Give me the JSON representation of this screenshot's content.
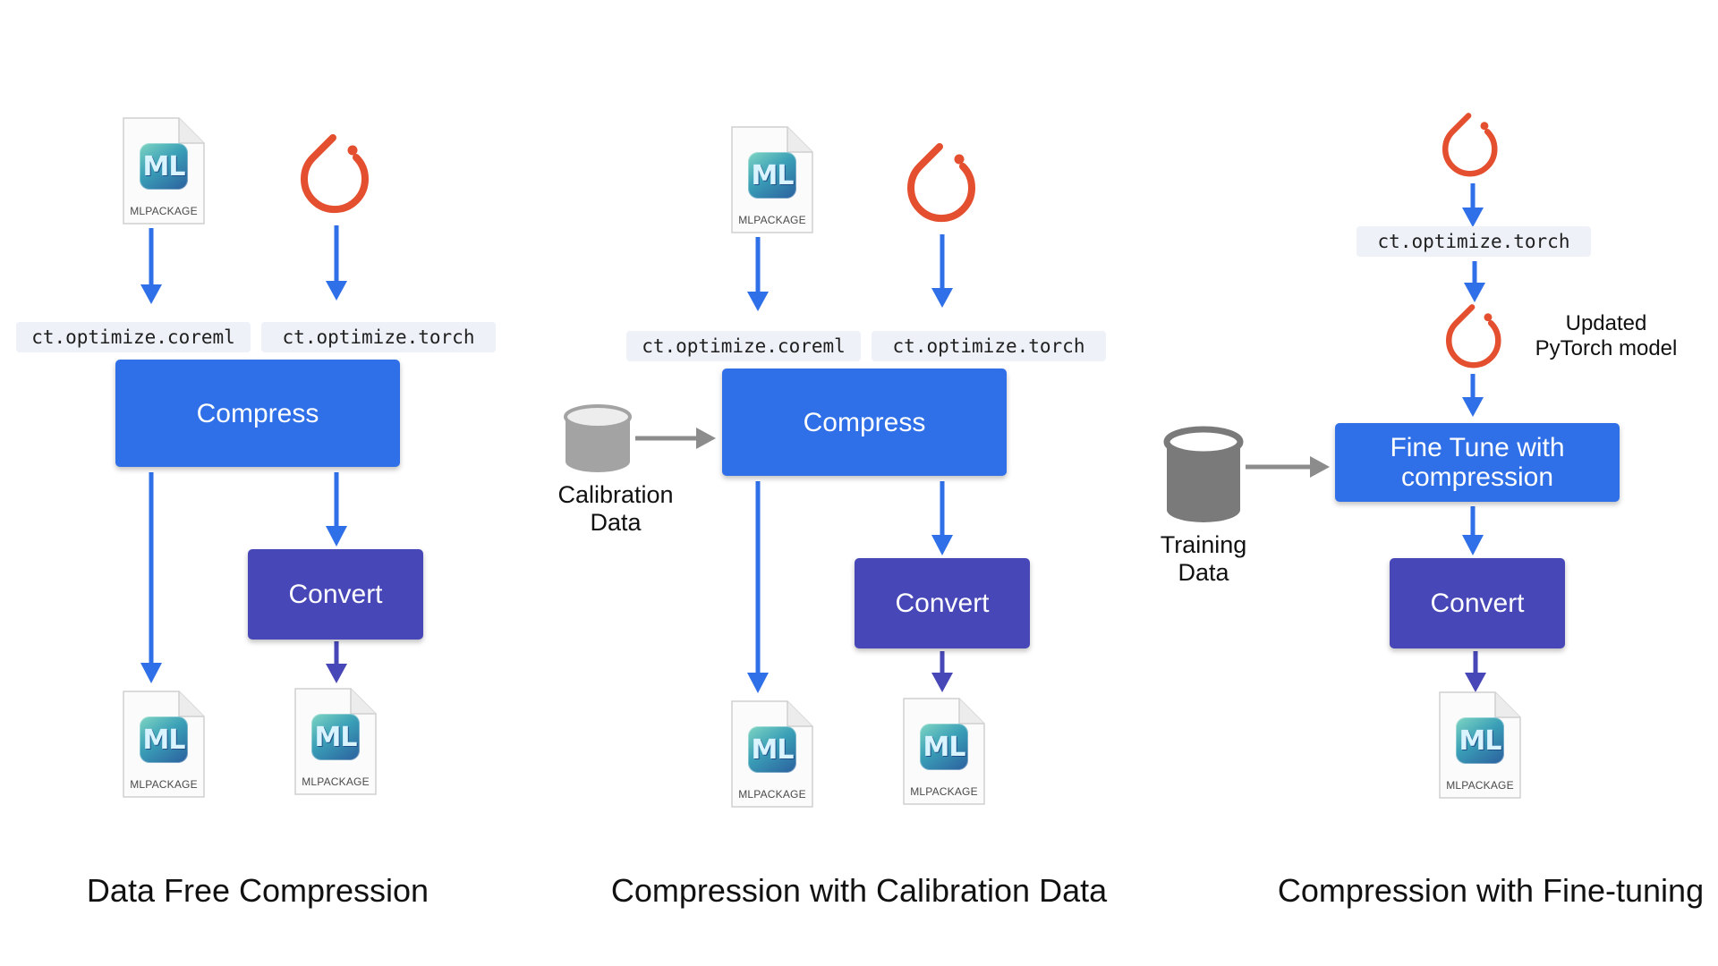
{
  "colors": {
    "arrow_blue": "#2f6fe8",
    "arrow_purple": "#4747b8",
    "arrow_gray": "#8c8c8c",
    "compress_box": "#2f6fe8",
    "convert_box": "#4747b8",
    "code_label_bg": "#eef1f8",
    "pytorch_orange": "#e34f2f",
    "database_gray": "#8f8f8f"
  },
  "icons": {
    "model_file": "mlpackage-file-icon",
    "framework": "pytorch-logo-icon",
    "dataset": "database-cylinder-icon"
  },
  "file_label": "MLPACKAGE",
  "panels": [
    {
      "title": "Data Free Compression",
      "code_left": "ct.optimize.coreml",
      "code_right": "ct.optimize.torch",
      "compress_label": "Compress",
      "convert_label": "Convert"
    },
    {
      "title": "Compression with Calibration Data",
      "code_left": "ct.optimize.coreml",
      "code_right": "ct.optimize.torch",
      "compress_label": "Compress",
      "convert_label": "Convert",
      "data_label": "Calibration\nData"
    },
    {
      "title": "Compression with Fine-tuning",
      "code_top": "ct.optimize.torch",
      "updated_label": "Updated\nPyTorch model",
      "finetune_label": "Fine Tune with\ncompression",
      "convert_label": "Convert",
      "data_label": "Training\nData"
    }
  ]
}
